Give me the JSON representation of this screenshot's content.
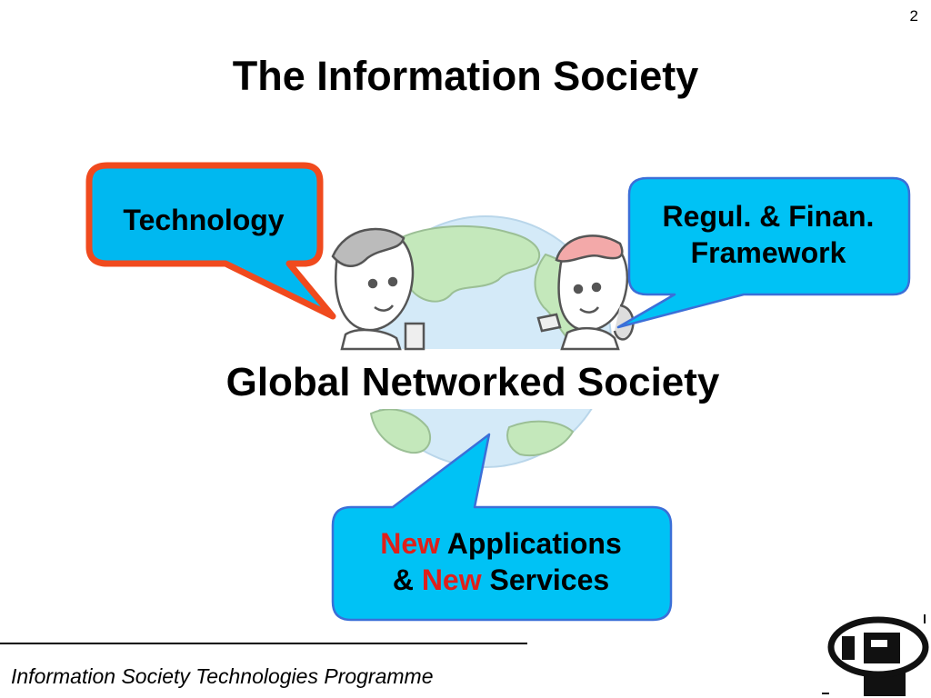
{
  "slide": {
    "page_number": "2",
    "title": "The Information Society",
    "center_text": "Global Networked Society",
    "footer": "Information Society Technologies Programme"
  },
  "bubbles": {
    "technology": {
      "text": "Technology",
      "border_color": "#f04a1e",
      "fill_color": "#00b8f0"
    },
    "regulation": {
      "line1": "Regul. & Finan.",
      "line2": "Framework",
      "fill_color": "#00c2f5"
    },
    "applications": {
      "new_word_1": "New",
      "line1_rest": " Applications",
      "line2_prefix": "& ",
      "new_word_2": "New",
      "line2_rest": " Services",
      "fill_color": "#00c2f5",
      "new_color": "#e0201a"
    }
  },
  "illustration": {
    "globe_color": "#cfe8f7",
    "land_color": "#bfe7b4"
  },
  "logo": {
    "icon": "ist-logo-icon"
  }
}
